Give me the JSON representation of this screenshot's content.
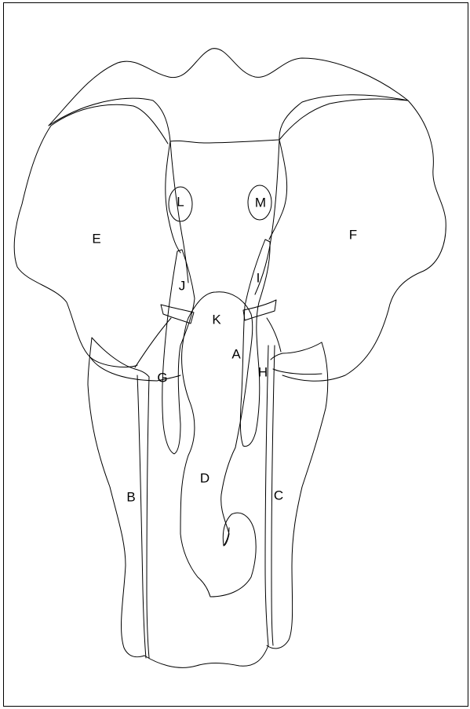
{
  "diagram": {
    "line_color": "#000000",
    "background_color": "#ffffff",
    "labels": {
      "a": "A",
      "b": "B",
      "c": "C",
      "d": "D",
      "e": "E",
      "f": "F",
      "g": "G",
      "h": "H",
      "i": "I",
      "j": "J",
      "k": "K",
      "l": "L",
      "m": "M"
    }
  }
}
